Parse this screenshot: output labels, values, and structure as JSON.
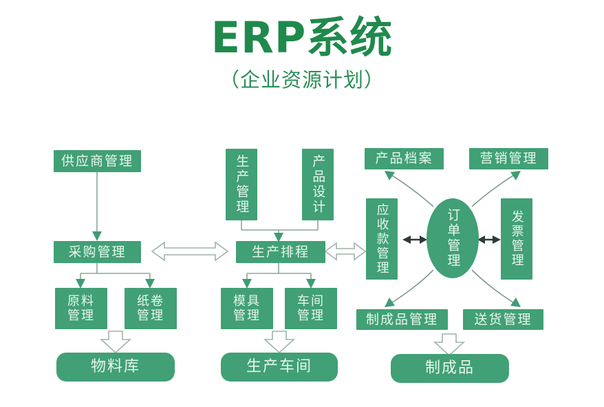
{
  "title": {
    "main": "ERP系统",
    "sub": "（企业资源计划）",
    "main_color": "#1f8a4c",
    "sub_color": "#2a8f57"
  },
  "palette": {
    "node_fill": "#41a075",
    "node_text": "#e8f6ee",
    "thin_connector": "#8aa79a",
    "hollow_arrow_stroke": "#9fb3a9",
    "hollow_arrow_fill": "#ffffff",
    "dark_arrow": "#2f3a35",
    "background": "#ffffff"
  },
  "nodes": {
    "supplier_mgmt": "供应商管理",
    "purchase_mgmt": "采购管理",
    "material_mgmt": "原料\n管理",
    "paper_roll_mgmt": "纸卷\n管理",
    "material_warehouse": "物料库",
    "production_mgmt": "生产管理",
    "product_design": "产品设计",
    "production_schedule": "生产排程",
    "mold_mgmt": "模具\n管理",
    "workshop_mgmt": "车间\n管理",
    "production_workshop": "生产车间",
    "product_archive": "产品档案",
    "marketing_mgmt": "营销管理",
    "receivable_mgmt": "应收款管理",
    "order_mgmt": "订单管理",
    "invoice_mgmt": "发票管理",
    "finished_goods_mgmt": "制成品管理",
    "delivery_mgmt": "送货管理",
    "finished_goods": "制成品"
  },
  "connectors": [
    {
      "name": "supplier-to-purchase",
      "type": "thin-arrow-down"
    },
    {
      "name": "purchase-to-material",
      "type": "thin-branch-down"
    },
    {
      "name": "purchase-to-paperroll",
      "type": "thin-branch-down"
    },
    {
      "name": "materials-to-warehouse",
      "type": "hollow-arrow-down"
    },
    {
      "name": "production-mgmt-to-schedule",
      "type": "thin-branch-down"
    },
    {
      "name": "product-design-to-schedule",
      "type": "thin-branch-down"
    },
    {
      "name": "schedule-to-mold",
      "type": "thin-branch-down"
    },
    {
      "name": "schedule-to-workshop",
      "type": "thin-branch-down"
    },
    {
      "name": "mold-workshop-to-workshop-store",
      "type": "hollow-arrow-down"
    },
    {
      "name": "purchase-schedule-double",
      "type": "hollow-double-arrow"
    },
    {
      "name": "schedule-receivable-double",
      "type": "hollow-double-arrow"
    },
    {
      "name": "order-to-product-archive",
      "type": "curved-arrow-up-left"
    },
    {
      "name": "order-to-marketing",
      "type": "curved-arrow-up-right"
    },
    {
      "name": "order-to-finished-goods-mgmt",
      "type": "curved-arrow-down-left"
    },
    {
      "name": "order-to-delivery",
      "type": "curved-arrow-down-right"
    },
    {
      "name": "order-receivable-double",
      "type": "dark-double-arrow"
    },
    {
      "name": "order-invoice-double",
      "type": "dark-double-arrow"
    },
    {
      "name": "finished-to-finished-store",
      "type": "hollow-arrow-down"
    }
  ]
}
